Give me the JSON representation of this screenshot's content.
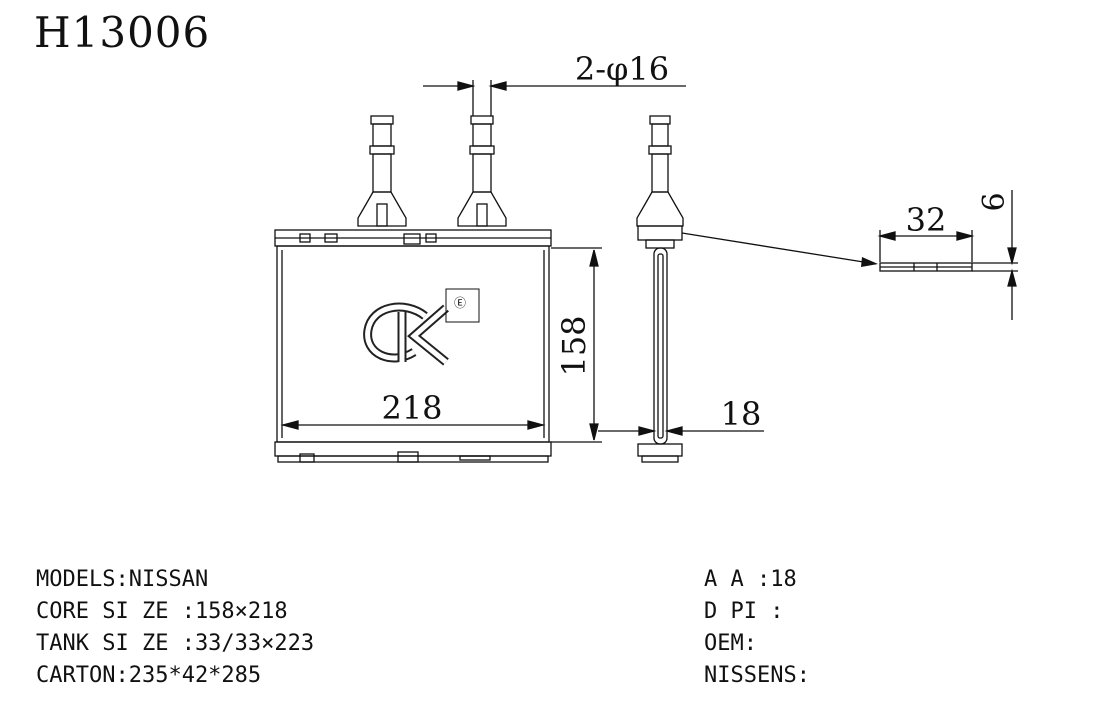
{
  "title": "H13006",
  "dimensions": {
    "pipe": "2-φ16",
    "height": "158",
    "width": "218",
    "thickness": "18",
    "tank_width": "32",
    "tank_height": "6"
  },
  "logo": {
    "mark": "ck",
    "badge": "Ⓔ"
  },
  "specs_left": [
    "MODELS:NISSAN",
    "CORE SI ZE :158×218",
    "TANK SI ZE :33/33×223",
    "CARTON:235*42*285"
  ],
  "specs_right": [
    "A A :18",
    "D PI :",
    "OEM:",
    "NISSENS:"
  ]
}
